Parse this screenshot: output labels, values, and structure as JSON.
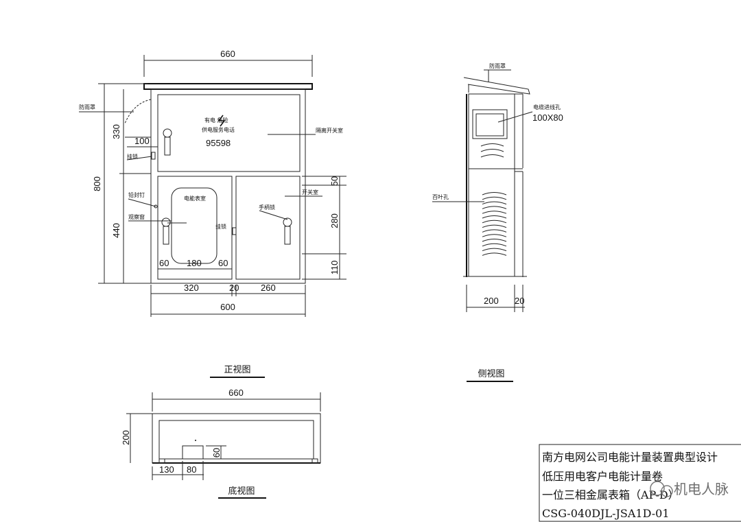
{
  "front": {
    "dim_total_width": "660",
    "dim_height_total": "800",
    "dim_upper": "330",
    "dim_lower": "440",
    "dim_100": "100",
    "dim_50": "50",
    "dim_280": "280",
    "dim_110": "110",
    "dim_60a": "60",
    "dim_180": "180",
    "dim_60b": "60",
    "dim_320": "320",
    "dim_20": "20",
    "dim_260": "260",
    "dim_600": "600",
    "label_rain_cover": "防雨罩",
    "label_padlock": "挂锁",
    "label_seal_nail": "铅封钉",
    "label_window": "观察窗",
    "label_meter_room": "电能表室",
    "label_padlock2": "挂锁",
    "label_isolation_room": "隔离开关室",
    "label_switch_room": "开关室",
    "label_handle_lock": "手柄锁",
    "warn_line1": "有电  危险",
    "warn_line2": "供电服务电话",
    "warn_phone": "95598",
    "title": "正视图"
  },
  "side": {
    "label_rain_cover": "防雨罩",
    "label_cable_hole": "电缆进线孔",
    "label_cable_size": "100X80",
    "label_louver": "百叶孔",
    "dim_200": "200",
    "dim_20": "20",
    "title": "侧视图"
  },
  "bottom": {
    "dim_660": "660",
    "dim_200": "200",
    "dim_60": "60",
    "dim_130": "130",
    "dim_80": "80",
    "title": "底视图"
  },
  "title_block": {
    "line1": "南方电网公司电能计量装置典型设计",
    "line2": "低压用电客户电能计量卷",
    "line3": "一位三相金属表箱（AP-D）",
    "line4": "CSG-040DJL-JSA1D-01"
  },
  "watermark": "机电人脉"
}
